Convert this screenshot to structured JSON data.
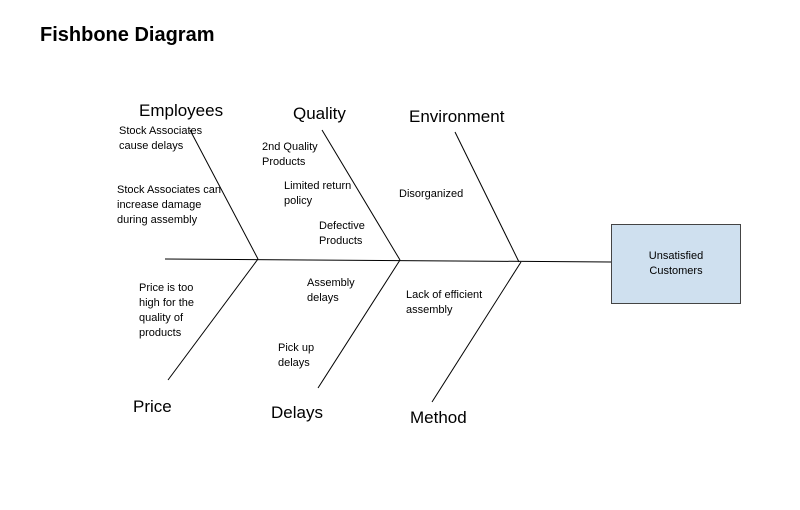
{
  "title": "Fishbone Diagram",
  "effect": "Unsatisfied Customers",
  "categories": {
    "employees": "Employees",
    "quality": "Quality",
    "environment": "Environment",
    "price": "Price",
    "delays": "Delays",
    "method": "Method"
  },
  "causes": {
    "employees": [
      "Stock Associates cause delays",
      "Stock Associates can increase damage during assembly"
    ],
    "quality": [
      "2nd Quality Products",
      "Limited return policy",
      "Defective Products"
    ],
    "environment": [
      "Disorganized"
    ],
    "price": [
      "Price is too high for the quality of products"
    ],
    "delays": [
      "Assembly delays",
      "Pick up delays"
    ],
    "method": [
      "Lack of efficient assembly"
    ]
  },
  "colors": {
    "effect_fill": "#cfe0ef",
    "effect_border": "#444444",
    "lines": "#000000"
  }
}
